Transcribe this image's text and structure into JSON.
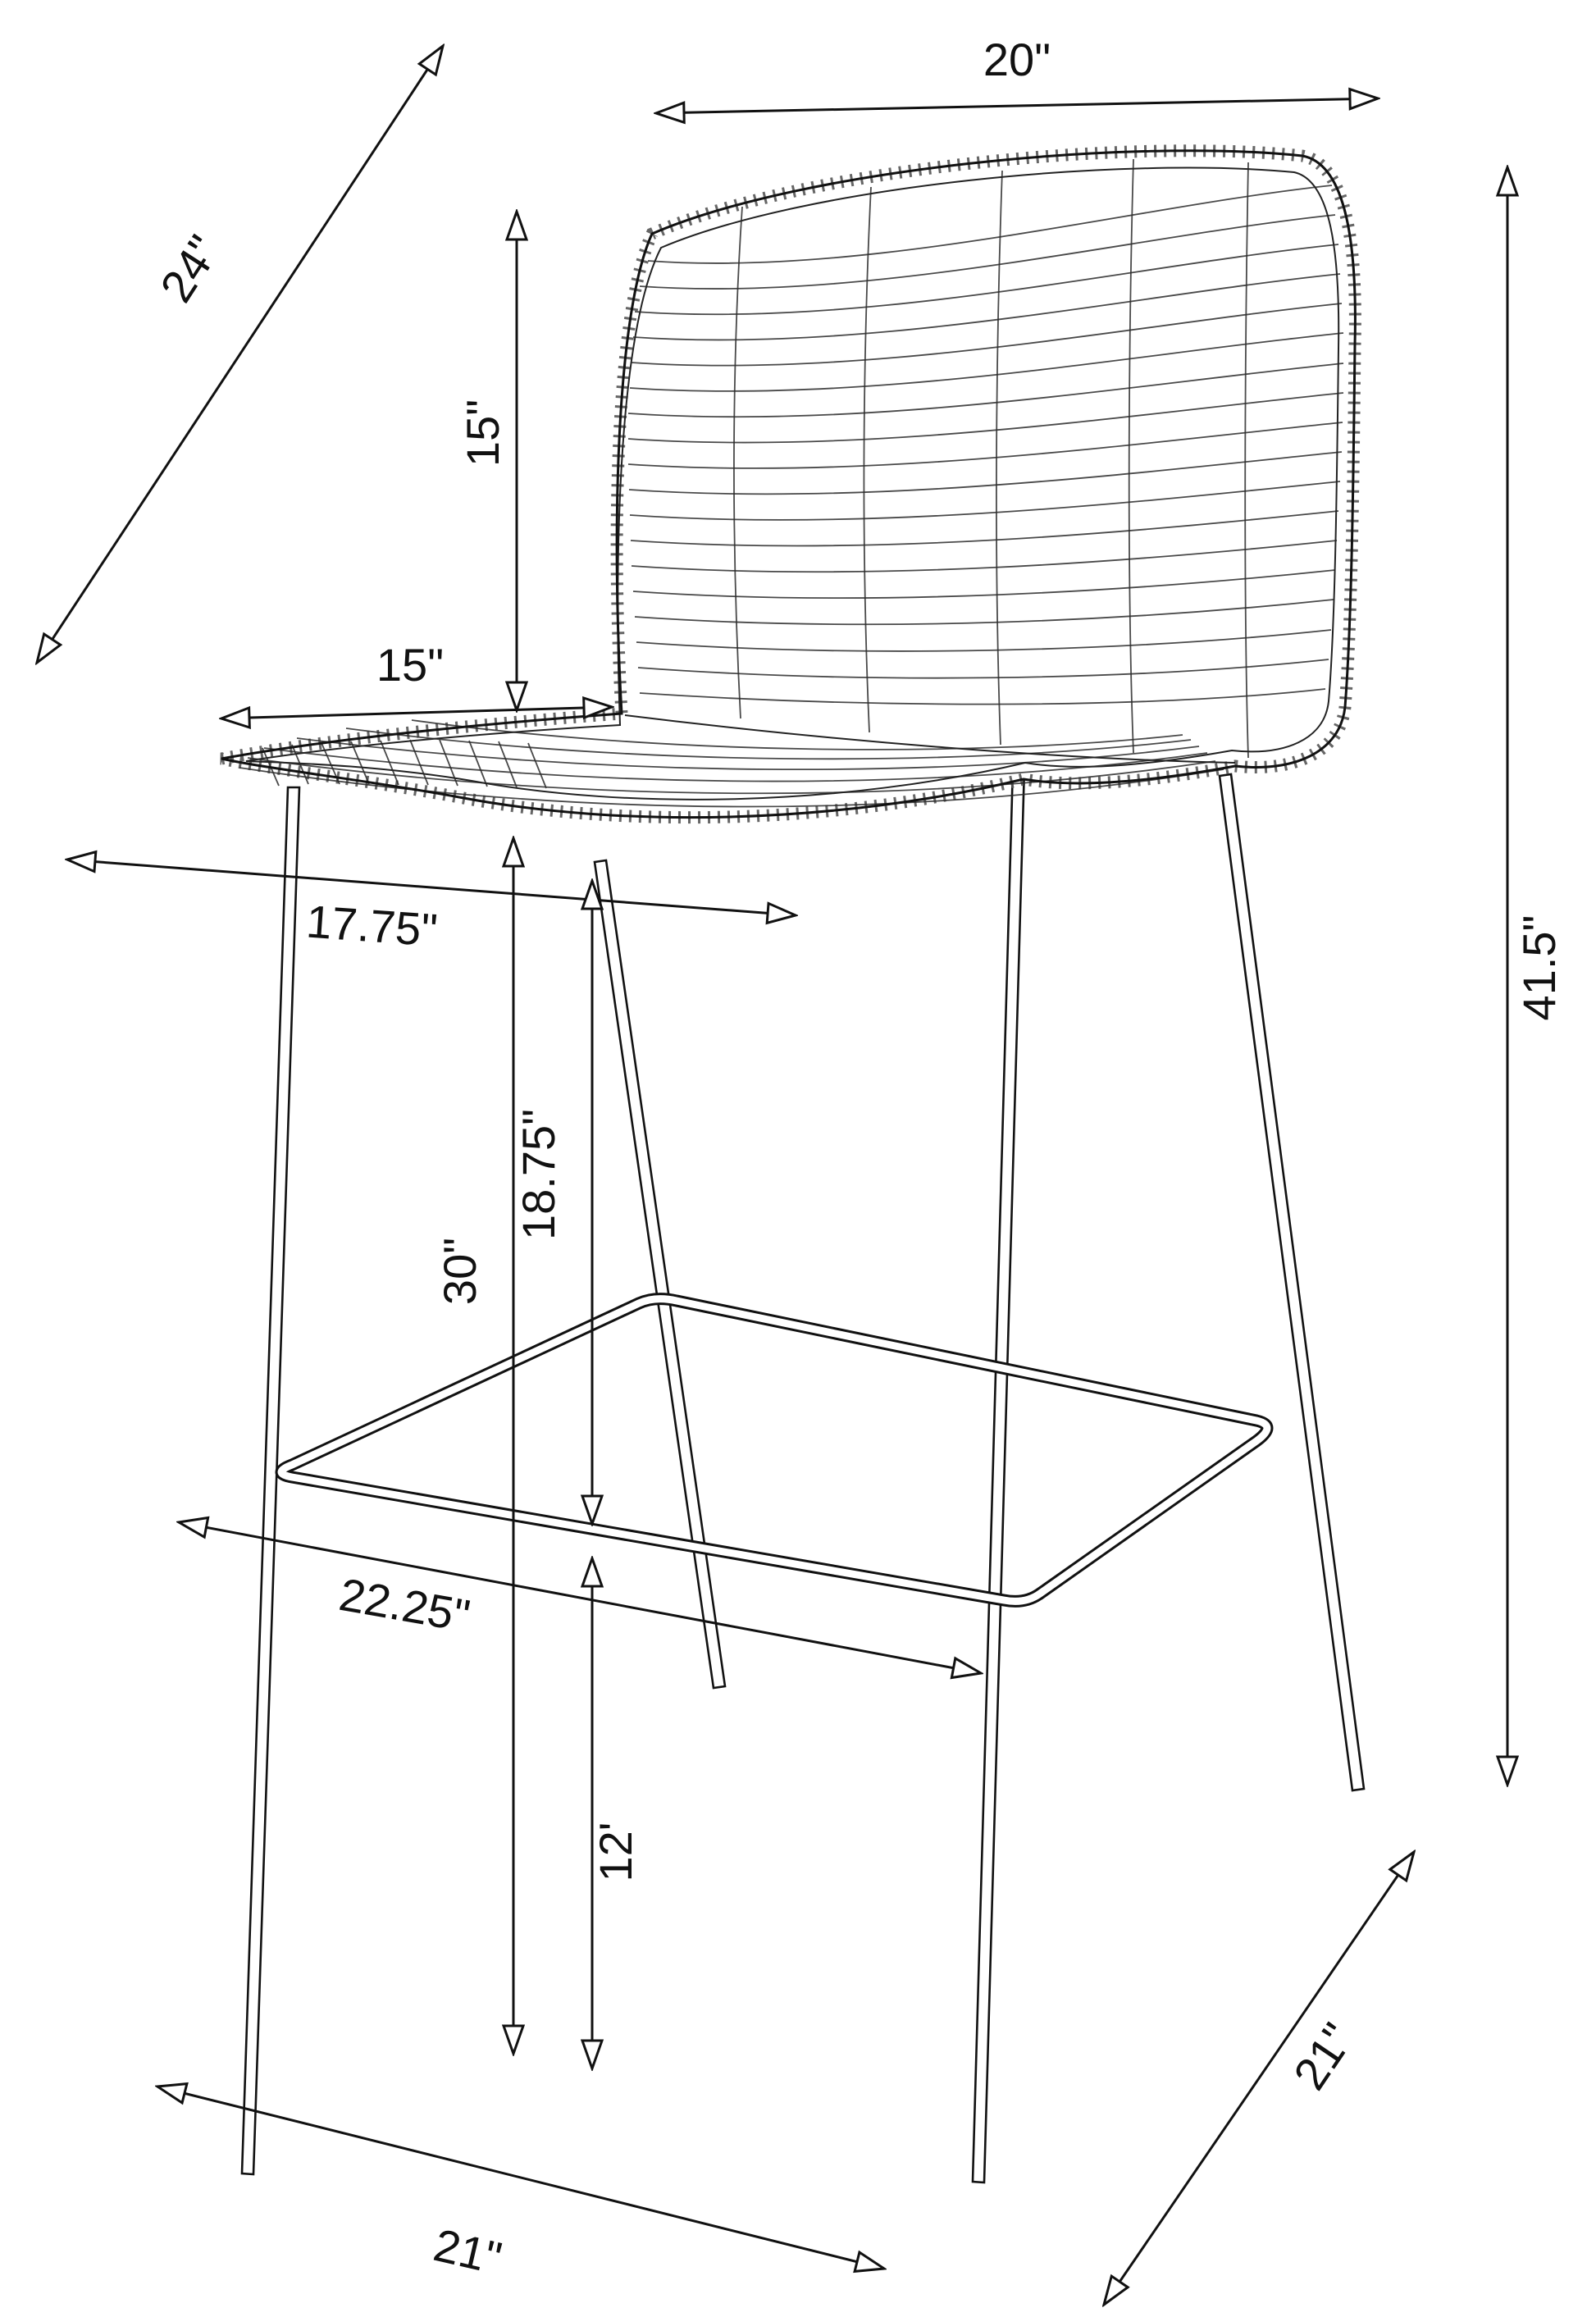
{
  "diagram": {
    "subject": "Bar stool with woven wicker shell seat and metal sled legs - dimension drawing",
    "dimensions": {
      "back_width": "20\"",
      "diag_depth": "24\"",
      "back_height": "15\"",
      "seat_depth": "15\"",
      "seat_width": "17.75\"",
      "overall_height": "41.5\"",
      "seat_height": "30\"",
      "footrest_height": "18.75\"",
      "base_width": "22.25\"",
      "footrest_to_floor": "12'",
      "base_depth_left": "21\"",
      "base_depth_right": "21\""
    }
  }
}
